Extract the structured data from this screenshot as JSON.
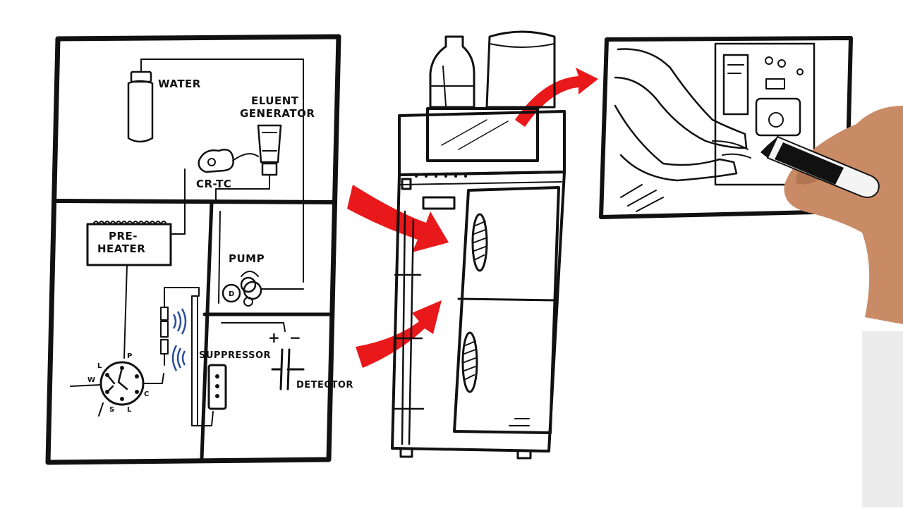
{
  "diagram": {
    "labels": {
      "water": "WATER",
      "eluent_line1": "ELUENT",
      "eluent_line2": "GENERATOR",
      "crtc": "CR-TC",
      "preheater_line1": "PRE-",
      "preheater_line2": "HEATER",
      "pump": "PUMP",
      "suppressor": "SUPPRESSOR",
      "detector": "DETECTOR",
      "valve_p": "P",
      "valve_l_top": "L",
      "valve_w": "W",
      "valve_c": "C",
      "valve_s": "S",
      "valve_l_bottom": "L",
      "pump_d": "D",
      "plus": "+",
      "minus": "−"
    },
    "colors": {
      "ink": "#111111",
      "arrow_red": "#e8181b",
      "wave_blue": "#2a4d9a",
      "skin": "#c98b66"
    },
    "icons": [
      "red-arrow",
      "water-bottle-icon",
      "solvent-bottle-icon",
      "marker-pen-icon",
      "hand-icon"
    ]
  }
}
